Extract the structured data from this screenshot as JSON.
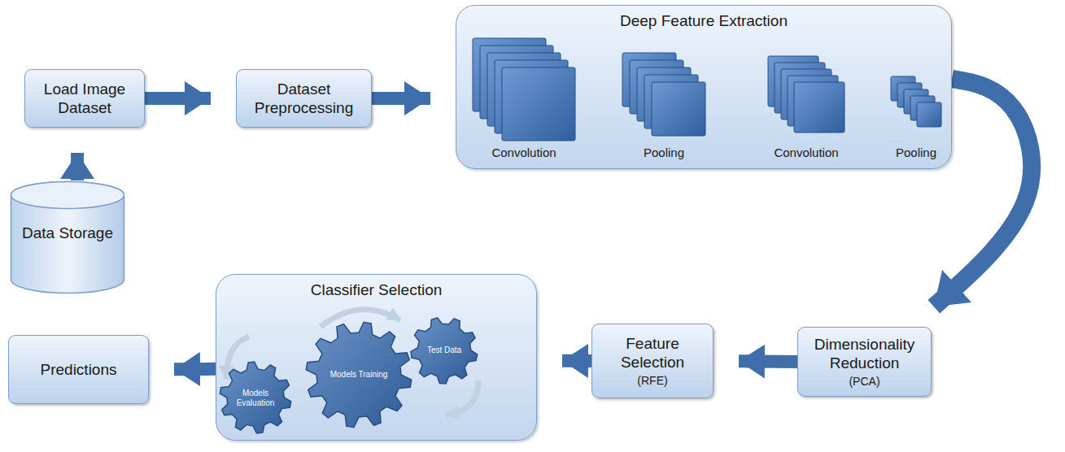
{
  "diagram": {
    "nodes": [
      {
        "text": [
          "Load Image Dataset"
        ]
      },
      {
        "text": [
          "Dataset Preprocessing"
        ]
      },
      {
        "text": [
          "Deep Feature Extraction"
        ]
      },
      {
        "text": [
          "Convolution"
        ],
        "in": 2
      },
      {
        "text": [
          "Pooling"
        ],
        "in": 2
      },
      {
        "text": [
          "Convolution"
        ],
        "in": 2
      },
      {
        "text": [
          "Pooling"
        ],
        "in": 2
      },
      {
        "text": [
          "Data Storage"
        ]
      },
      {
        "text": [
          "Dimensionality Reduction",
          "(PCA)"
        ]
      },
      {
        "text": [
          "Feature Selection",
          "(RFE)"
        ]
      },
      {
        "text": [
          "Classifier Selection"
        ]
      },
      {
        "text": [
          "Models Evaluation"
        ],
        "in": 10
      },
      {
        "text": [
          "Models Training"
        ],
        "in": 10
      },
      {
        "text": [
          "Test Data"
        ],
        "in": 10
      },
      {
        "text": [
          "Predictions"
        ]
      }
    ],
    "edges": [
      {
        "from": 7,
        "to": 0,
        "arrow": "to"
      },
      {
        "from": 0,
        "to": 1,
        "arrow": "to"
      },
      {
        "from": 1,
        "to": 2,
        "arrow": "to"
      },
      {
        "from": 3,
        "to": 4,
        "arrow": "to"
      },
      {
        "from": 4,
        "to": 5,
        "arrow": "to"
      },
      {
        "from": 5,
        "to": 6,
        "arrow": "to"
      },
      {
        "from": 2,
        "to": 8,
        "arrow": "to"
      },
      {
        "from": 8,
        "to": 9,
        "arrow": "to"
      },
      {
        "from": 9,
        "to": 10,
        "arrow": "to"
      },
      {
        "from": 10,
        "to": 14,
        "arrow": "to"
      }
    ]
  }
}
